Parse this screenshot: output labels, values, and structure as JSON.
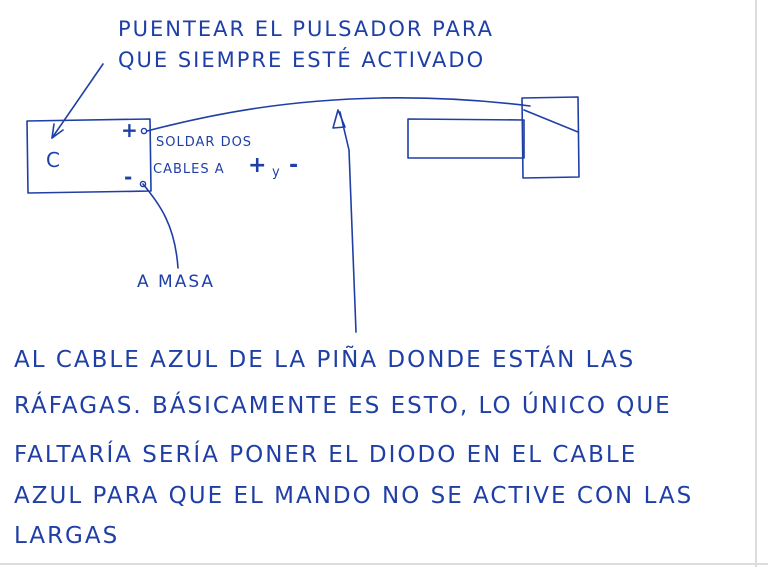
{
  "labels": {
    "instruction_line1": "Puentear el pulsador para",
    "instruction_line2": "que siempre esté activado",
    "component_c": "C",
    "pos_terminal": "+",
    "neg_terminal": "-",
    "solder_line1": "Soldar dos",
    "solder_line2": "cables a",
    "solder_plus": "+",
    "solder_y": "y",
    "solder_minus": "-",
    "ground": "A masa"
  },
  "paragraph": [
    "Al cable azul de la piña donde están las",
    "Ráfagas. Básicamente es esto, lo único que",
    "Faltaría sería poner el diodo en el cable",
    "Azul para que el mando no se active con las",
    "Largas"
  ],
  "colors": {
    "ink": "#1f3fa6",
    "paper": "#ffffff",
    "edge": "#dcdcdc"
  }
}
